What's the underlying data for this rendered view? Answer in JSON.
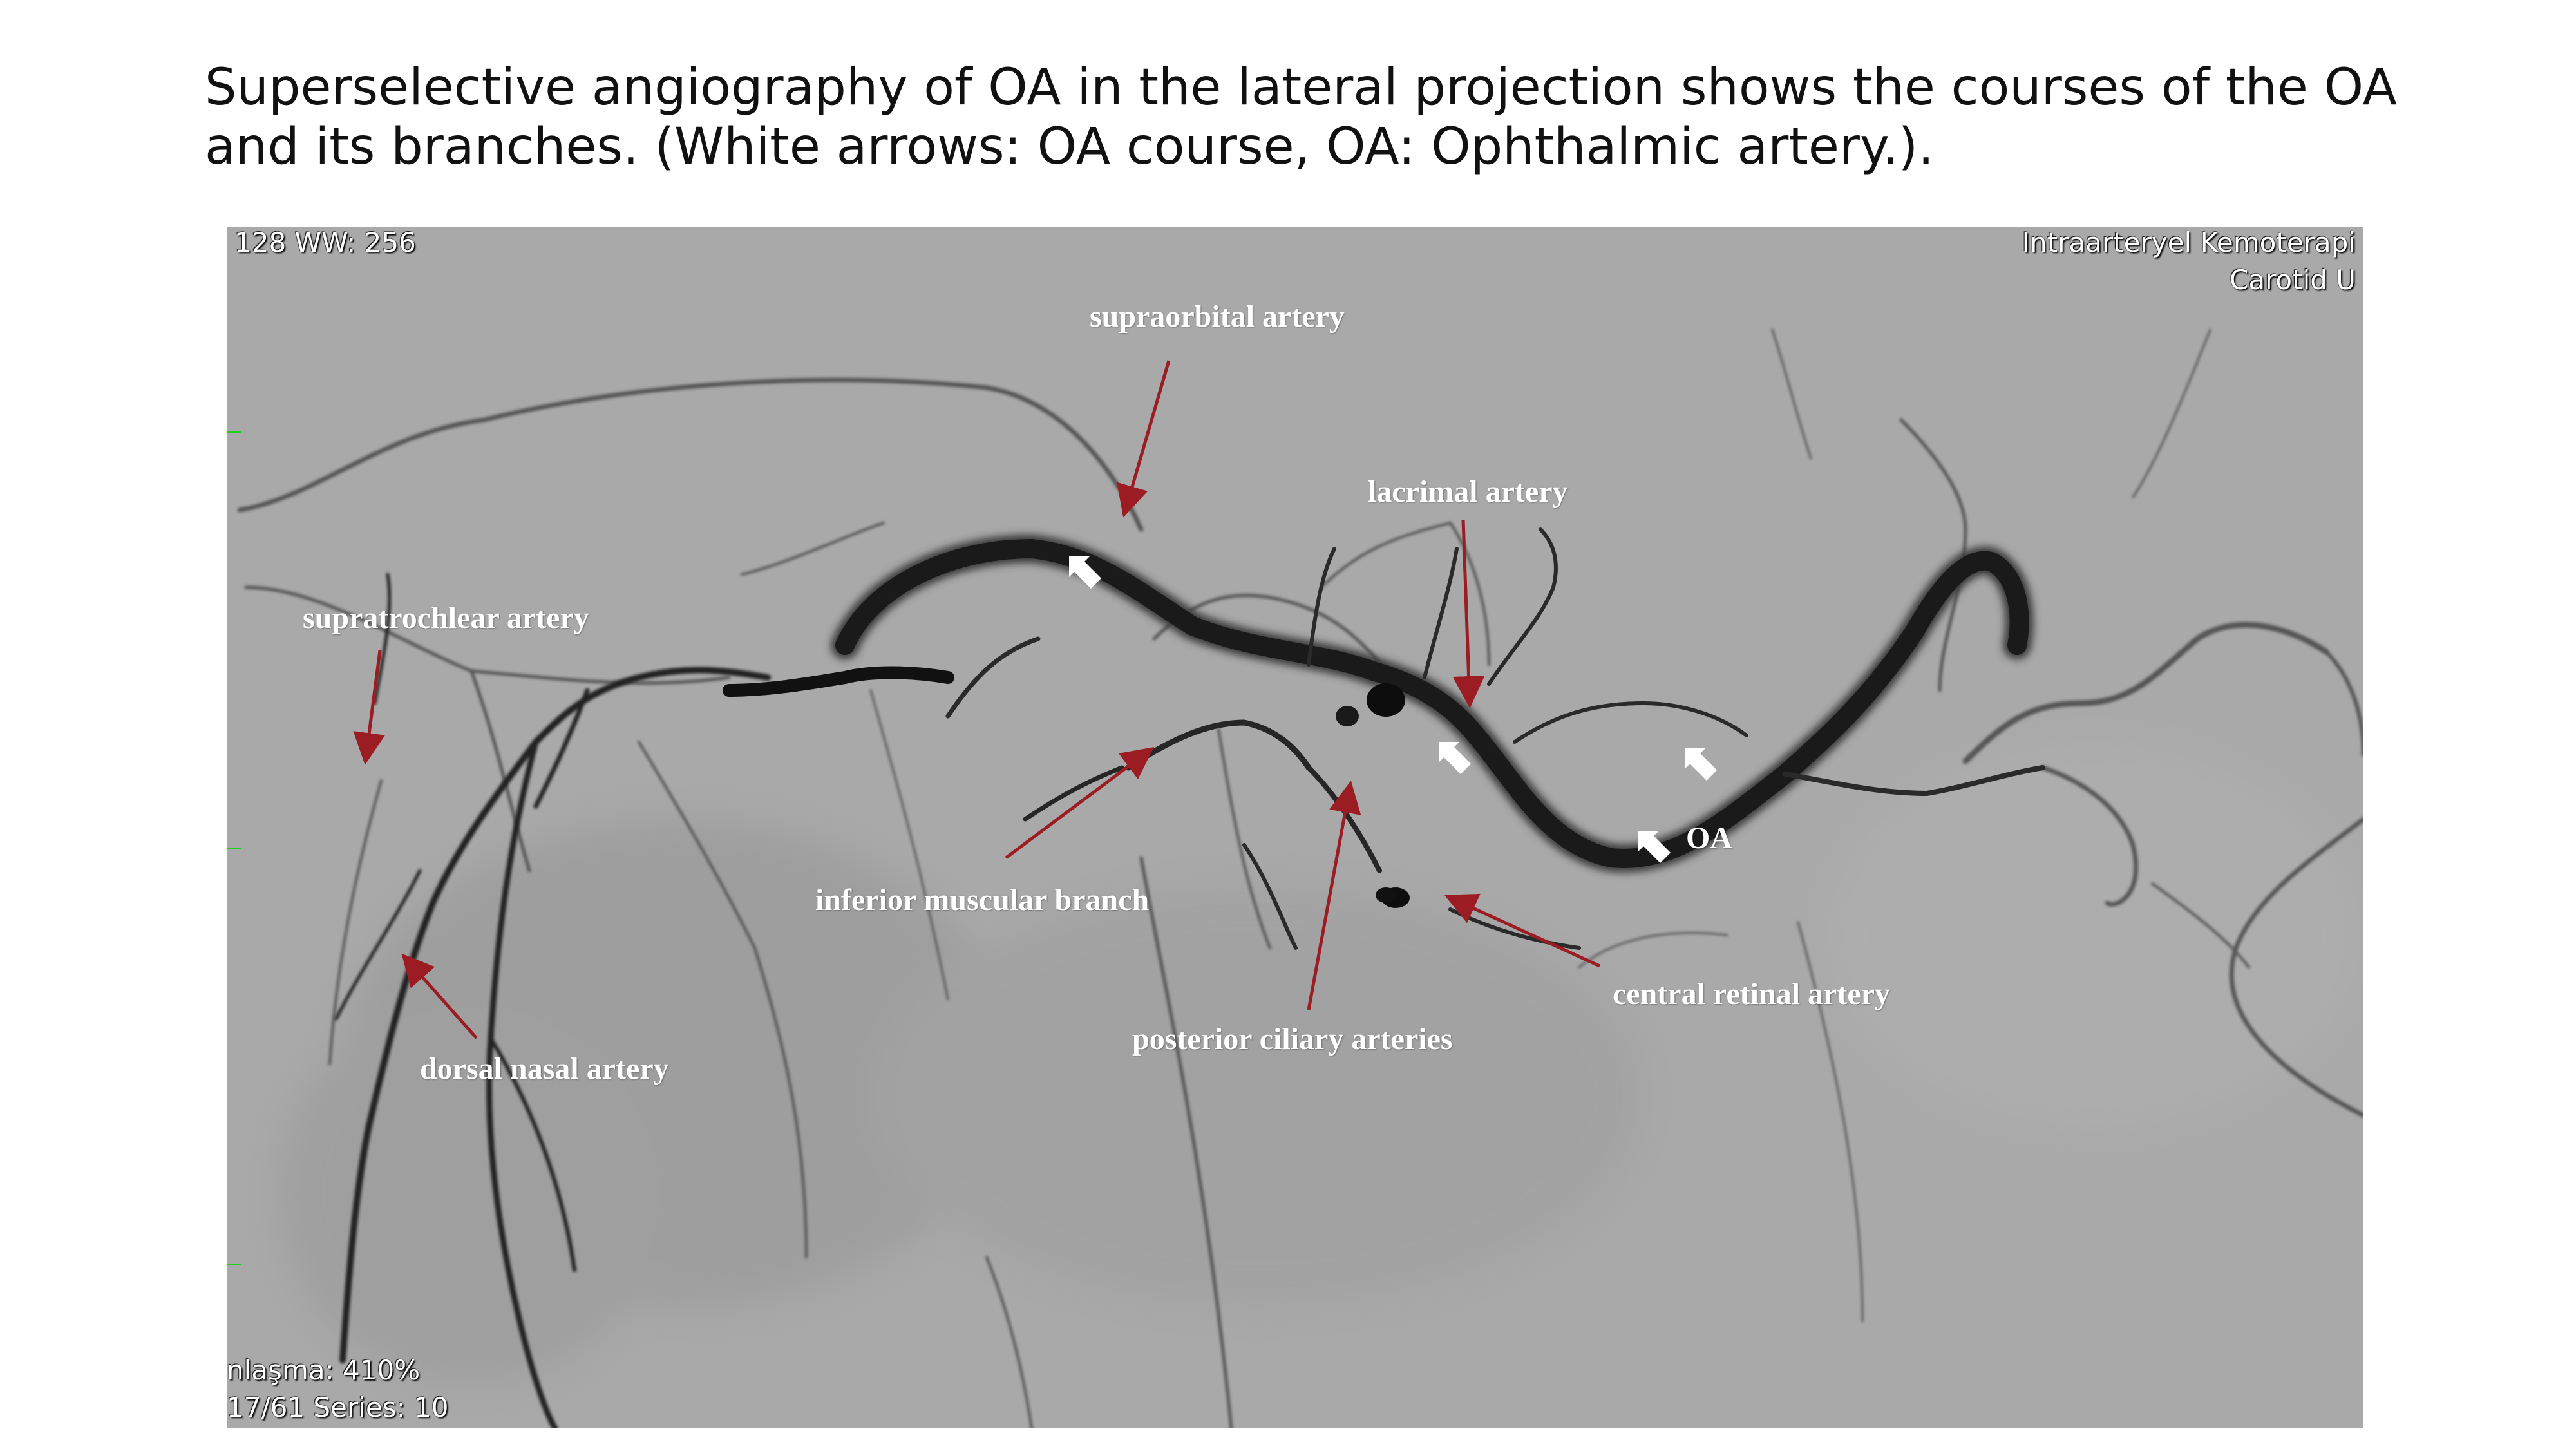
{
  "caption": {
    "line1": "Superselective angiography of OA in the lateral projection shows the courses of the OA",
    "line2": "and its branches. (White arrows: OA course, OA: Ophthalmic artery.)."
  },
  "overlays": {
    "top_left": "128 WW: 256",
    "top_right_1": "Intraarteryel Kemoterapi",
    "top_right_2": "Carotid U",
    "bottom_left_1": "nlaşma: 410%",
    "bottom_left_2": "17/61  Series:  10"
  },
  "labels": {
    "supraorbital": "supraorbital artery",
    "lacrimal": "lacrimal artery",
    "supratrochlear": "supratrochlear artery",
    "inferior_muscular": "inferior muscular branch",
    "oa": "OA",
    "dorsal_nasal": "dorsal nasal artery",
    "posterior_ciliary": "posterior ciliary arteries",
    "central_retinal": "central retinal artery"
  },
  "colors": {
    "background": "#ffffff",
    "image_background": "#a9a9a9",
    "vessel": "#1c1c1c",
    "annotation_arrow": "#9b1c22",
    "course_arrow": "#ffffff",
    "calibration_tick": "#1fd21f"
  }
}
